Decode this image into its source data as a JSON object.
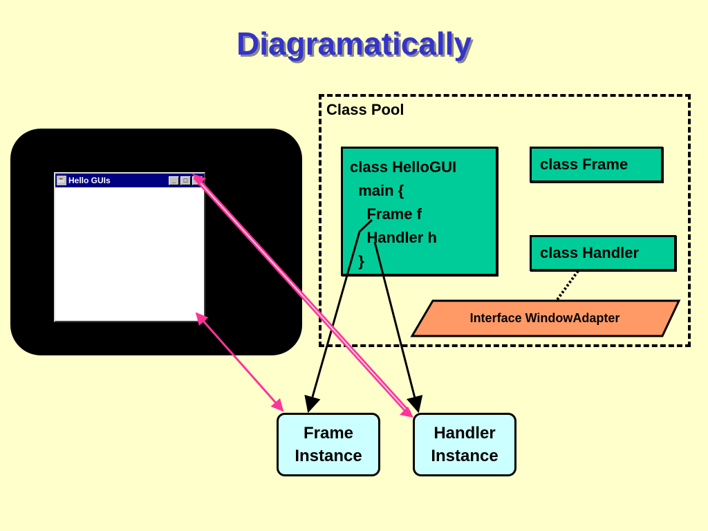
{
  "title": "Diagramatically",
  "window": {
    "title": "Hello GUIs",
    "min_glyph": "_",
    "max_glyph": "□",
    "close_glyph": "×"
  },
  "class_pool": {
    "label": "Class Pool",
    "hello_gui_lines": [
      "class HelloGUI",
      "  main {",
      "    Frame f",
      "    Handler h",
      "  }"
    ],
    "frame_class": "class Frame",
    "handler_class": "class Handler",
    "interface": "Interface WindowAdapter"
  },
  "instances": {
    "frame": [
      "Frame",
      "Instance"
    ],
    "handler": [
      "Handler",
      "Instance"
    ]
  },
  "colors": {
    "title": "#3333cc",
    "background": "#ffffcc",
    "class_box": "#00cc99",
    "interface_box": "#ff9966",
    "instance_box": "#ccffff",
    "link_pink": "#ff3399"
  }
}
